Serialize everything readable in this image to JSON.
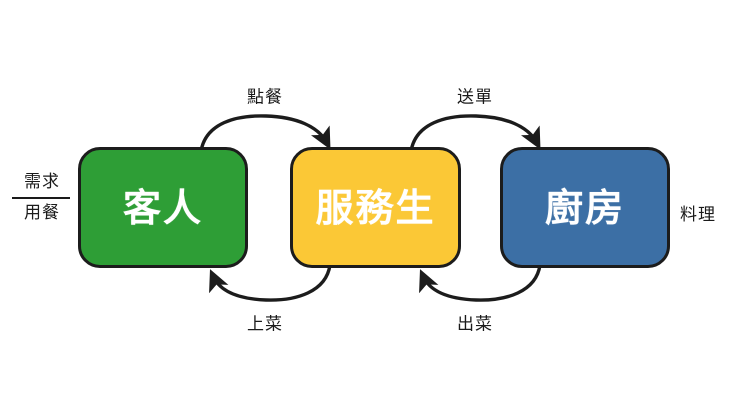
{
  "diagram": {
    "title": "restaurant-service-flow",
    "background_color": "#ffffff",
    "nodes": [
      {
        "id": "customer",
        "label": "客人",
        "color": "#2E9E36",
        "text_color": "#ffffff"
      },
      {
        "id": "waiter",
        "label": "服務生",
        "color": "#FBC836",
        "text_color": "#ffffff"
      },
      {
        "id": "kitchen",
        "label": "廚房",
        "color": "#3C6FA5",
        "text_color": "#ffffff"
      }
    ],
    "edges": [
      {
        "id": "order",
        "label": "點餐",
        "from": "customer",
        "to": "waiter",
        "position": "top"
      },
      {
        "id": "send_order",
        "label": "送單",
        "from": "waiter",
        "to": "kitchen",
        "position": "top"
      },
      {
        "id": "serve_food",
        "label": "上菜",
        "from": "waiter",
        "to": "customer",
        "position": "bottom"
      },
      {
        "id": "dish_out",
        "label": "出菜",
        "from": "kitchen",
        "to": "waiter",
        "position": "bottom"
      }
    ],
    "side_labels": {
      "left_top": "需求",
      "left_bottom": "用餐",
      "right": "料理"
    },
    "stroke_color": "#1c1c1c"
  }
}
